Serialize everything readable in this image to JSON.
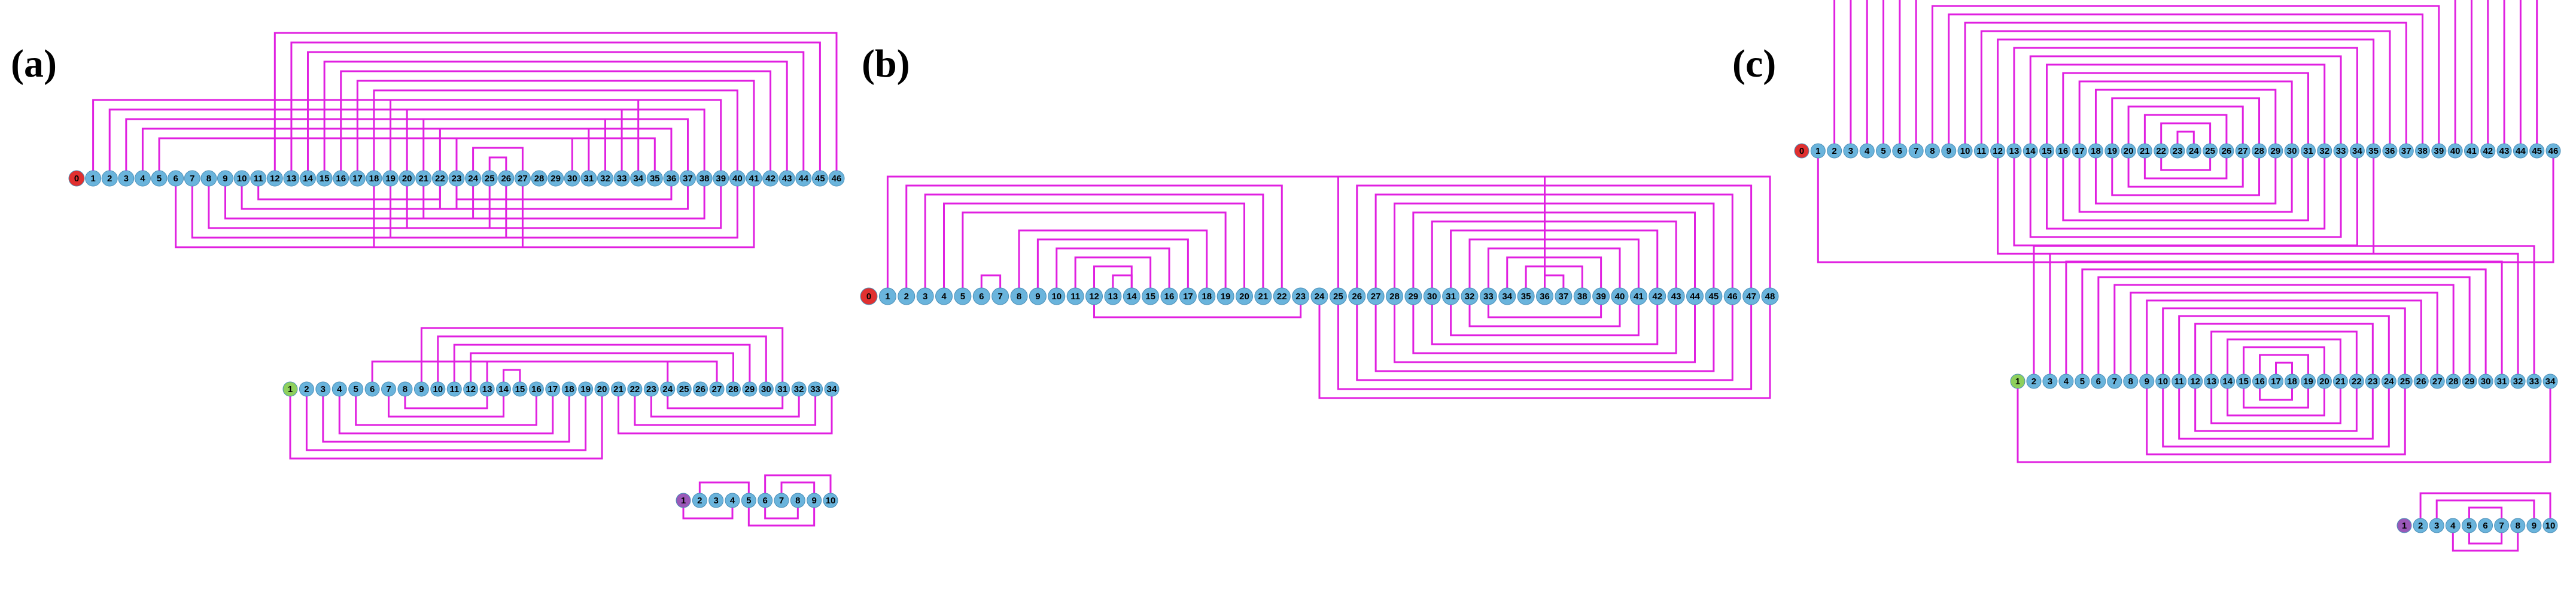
{
  "colors": {
    "arc": "#e020e0",
    "node": "#6ab4dc",
    "start_red": "#e03030",
    "start_green": "#8ed05c",
    "start_purple": "#9a58b8"
  },
  "panels": [
    {
      "label": "(a)",
      "diagrams": [
        {
          "id": "a-top",
          "start_color": "start_red",
          "nodes": [
            "0",
            "1",
            "2",
            "3",
            "4",
            "5",
            "6",
            "7",
            "8",
            "9",
            "10",
            "11",
            "12",
            "13",
            "14",
            "15",
            "16",
            "17",
            "18",
            "19",
            "20",
            "21",
            "22",
            "23",
            "24",
            "25",
            "26",
            "27",
            "28",
            "29",
            "30",
            "31",
            "32",
            "33",
            "34",
            "35",
            "36",
            "37",
            "38",
            "39",
            "40",
            "41",
            "42",
            "43",
            "44",
            "45",
            "46"
          ],
          "arcs": [
            [
              1,
              34,
              1
            ],
            [
              2,
              33,
              1
            ],
            [
              3,
              32,
              1
            ],
            [
              4,
              31,
              1
            ],
            [
              5,
              30,
              1
            ],
            [
              12,
              46,
              1
            ],
            [
              13,
              45,
              1
            ],
            [
              14,
              44,
              1
            ],
            [
              15,
              43,
              1
            ],
            [
              16,
              42,
              1
            ],
            [
              17,
              41,
              1
            ],
            [
              18,
              40,
              1
            ],
            [
              19,
              39,
              1
            ],
            [
              20,
              38,
              1
            ],
            [
              21,
              37,
              1
            ],
            [
              22,
              36,
              1
            ],
            [
              23,
              35,
              1
            ],
            [
              24,
              27,
              1
            ],
            [
              25,
              26,
              1
            ],
            [
              6,
              27,
              -1
            ],
            [
              7,
              26,
              -1
            ],
            [
              8,
              25,
              -1
            ],
            [
              9,
              24,
              -1
            ],
            [
              10,
              23,
              -1
            ],
            [
              11,
              22,
              -1
            ],
            [
              18,
              41,
              -1
            ],
            [
              19,
              40,
              -1
            ],
            [
              20,
              39,
              -1
            ],
            [
              21,
              38,
              -1
            ],
            [
              22,
              37,
              -1
            ],
            [
              23,
              36,
              -1
            ]
          ]
        },
        {
          "id": "a-mid",
          "start_color": "start_green",
          "nodes": [
            "1",
            "2",
            "3",
            "4",
            "5",
            "6",
            "7",
            "8",
            "9",
            "10",
            "11",
            "12",
            "13",
            "14",
            "15",
            "16",
            "17",
            "18",
            "19",
            "20",
            "21",
            "22",
            "23",
            "24",
            "25",
            "26",
            "27",
            "28",
            "29",
            "30",
            "31",
            "32",
            "33",
            "34"
          ],
          "arcs": [
            [
              5,
              23,
              1
            ],
            [
              8,
              30,
              1
            ],
            [
              9,
              29,
              1
            ],
            [
              10,
              28,
              1
            ],
            [
              11,
              27,
              1
            ],
            [
              12,
              26,
              1
            ],
            [
              13,
              14,
              1
            ],
            [
              0,
              19,
              -1
            ],
            [
              1,
              18,
              -1
            ],
            [
              2,
              17,
              -1
            ],
            [
              3,
              16,
              -1
            ],
            [
              4,
              15,
              -1
            ],
            [
              6,
              13,
              -1
            ],
            [
              7,
              12,
              -1
            ],
            [
              20,
              33,
              -1
            ],
            [
              21,
              32,
              -1
            ],
            [
              22,
              31,
              -1
            ],
            [
              23,
              30,
              -1
            ]
          ]
        },
        {
          "id": "a-bot",
          "start_color": "start_purple",
          "nodes": [
            "1",
            "2",
            "3",
            "4",
            "5",
            "6",
            "7",
            "8",
            "9",
            "10"
          ],
          "arcs": [
            [
              1,
              4,
              1
            ],
            [
              5,
              9,
              1
            ],
            [
              6,
              8,
              1
            ],
            [
              0,
              3,
              -1
            ],
            [
              4,
              8,
              -1
            ],
            [
              5,
              7,
              -1
            ]
          ]
        }
      ]
    },
    {
      "label": "(b)",
      "diagrams": [
        {
          "id": "b-main",
          "start_color": "start_red",
          "nodes": [
            "0",
            "1",
            "2",
            "3",
            "4",
            "5",
            "6",
            "7",
            "8",
            "9",
            "10",
            "11",
            "12",
            "13",
            "14",
            "15",
            "16",
            "17",
            "18",
            "19",
            "20",
            "21",
            "22",
            "23",
            "24",
            "25",
            "26",
            "27",
            "28",
            "29",
            "30",
            "31",
            "32",
            "33",
            "34",
            "35",
            "36",
            "37",
            "38",
            "39",
            "40",
            "41",
            "42",
            "43",
            "44",
            "45",
            "46",
            "47",
            "48"
          ],
          "arcs": [
            [
              1,
              36,
              1
            ],
            [
              2,
              22,
              1
            ],
            [
              3,
              21,
              1
            ],
            [
              4,
              20,
              1
            ],
            [
              5,
              19,
              1
            ],
            [
              6,
              7,
              1
            ],
            [
              8,
              18,
              1
            ],
            [
              9,
              17,
              1
            ],
            [
              10,
              16,
              1
            ],
            [
              11,
              15,
              1
            ],
            [
              12,
              14,
              1
            ],
            [
              13,
              14,
              1
            ],
            [
              25,
              48,
              1
            ],
            [
              26,
              47,
              1
            ],
            [
              27,
              46,
              1
            ],
            [
              28,
              45,
              1
            ],
            [
              29,
              44,
              1
            ],
            [
              30,
              43,
              1
            ],
            [
              31,
              42,
              1
            ],
            [
              32,
              41,
              1
            ],
            [
              33,
              40,
              1
            ],
            [
              34,
              39,
              1
            ],
            [
              35,
              38,
              1
            ],
            [
              36,
              37,
              1
            ],
            [
              12,
              23,
              -1
            ],
            [
              24,
              48,
              -1
            ],
            [
              25,
              47,
              -1
            ],
            [
              26,
              46,
              -1
            ],
            [
              27,
              45,
              -1
            ],
            [
              28,
              44,
              -1
            ],
            [
              29,
              43,
              -1
            ],
            [
              30,
              42,
              -1
            ],
            [
              31,
              41,
              -1
            ],
            [
              32,
              40,
              -1
            ],
            [
              33,
              39,
              -1
            ]
          ]
        }
      ]
    },
    {
      "label": "(c)",
      "diagrams": [
        {
          "id": "c-top",
          "start_color": "start_red",
          "nodes": [
            "0",
            "1",
            "2",
            "3",
            "4",
            "5",
            "6",
            "7",
            "8",
            "9",
            "10",
            "11",
            "12",
            "13",
            "14",
            "15",
            "16",
            "17",
            "18",
            "19",
            "20",
            "21",
            "22",
            "23",
            "24",
            "25",
            "26",
            "27",
            "28",
            "29",
            "30",
            "31",
            "32",
            "33",
            "34",
            "35",
            "36",
            "37",
            "38",
            "39",
            "40",
            "41",
            "42",
            "43",
            "44",
            "45",
            "46"
          ],
          "arcs": [
            [
              2,
              45,
              1
            ],
            [
              3,
              44,
              1
            ],
            [
              4,
              43,
              1
            ],
            [
              5,
              42,
              1
            ],
            [
              6,
              41,
              1
            ],
            [
              7,
              40,
              1
            ],
            [
              8,
              39,
              1
            ],
            [
              9,
              38,
              1
            ],
            [
              10,
              37,
              1
            ],
            [
              11,
              36,
              1
            ],
            [
              12,
              35,
              1
            ],
            [
              13,
              34,
              1
            ],
            [
              14,
              33,
              1
            ],
            [
              15,
              32,
              1
            ],
            [
              16,
              31,
              1
            ],
            [
              17,
              30,
              1
            ],
            [
              18,
              29,
              1
            ],
            [
              19,
              28,
              1
            ],
            [
              20,
              27,
              1
            ],
            [
              21,
              26,
              1
            ],
            [
              22,
              25,
              1
            ],
            [
              23,
              24,
              1
            ],
            [
              1,
              46,
              -1
            ],
            [
              12,
              35,
              -1
            ],
            [
              13,
              34,
              -1
            ],
            [
              14,
              33,
              -1
            ],
            [
              15,
              32,
              -1
            ],
            [
              16,
              31,
              -1
            ],
            [
              17,
              30,
              -1
            ],
            [
              18,
              29,
              -1
            ],
            [
              19,
              28,
              -1
            ],
            [
              20,
              27,
              -1
            ],
            [
              21,
              26,
              -1
            ],
            [
              22,
              25,
              -1
            ]
          ]
        },
        {
          "id": "c-mid",
          "start_color": "start_green",
          "nodes": [
            "1",
            "2",
            "3",
            "4",
            "5",
            "6",
            "7",
            "8",
            "9",
            "10",
            "11",
            "12",
            "13",
            "14",
            "15",
            "16",
            "17",
            "18",
            "19",
            "20",
            "21",
            "22",
            "23",
            "24",
            "25",
            "26",
            "27",
            "28",
            "29",
            "30",
            "31",
            "32",
            "33",
            "34"
          ],
          "arcs": [
            [
              1,
              32,
              1
            ],
            [
              2,
              31,
              1
            ],
            [
              3,
              30,
              1
            ],
            [
              4,
              29,
              1
            ],
            [
              5,
              28,
              1
            ],
            [
              6,
              27,
              1
            ],
            [
              7,
              26,
              1
            ],
            [
              8,
              25,
              1
            ],
            [
              9,
              24,
              1
            ],
            [
              10,
              23,
              1
            ],
            [
              11,
              22,
              1
            ],
            [
              12,
              21,
              1
            ],
            [
              13,
              20,
              1
            ],
            [
              14,
              19,
              1
            ],
            [
              15,
              18,
              1
            ],
            [
              16,
              17,
              1
            ],
            [
              0,
              33,
              -1
            ],
            [
              8,
              24,
              -1
            ],
            [
              9,
              23,
              -1
            ],
            [
              10,
              22,
              -1
            ],
            [
              11,
              21,
              -1
            ],
            [
              12,
              20,
              -1
            ],
            [
              13,
              19,
              -1
            ],
            [
              14,
              18,
              -1
            ],
            [
              15,
              17,
              -1
            ]
          ]
        },
        {
          "id": "c-bot",
          "start_color": "start_purple",
          "nodes": [
            "1",
            "2",
            "3",
            "4",
            "5",
            "6",
            "7",
            "8",
            "9",
            "10"
          ],
          "arcs": [
            [
              1,
              9,
              1
            ],
            [
              2,
              8,
              1
            ],
            [
              4,
              6,
              1
            ],
            [
              3,
              7,
              -1
            ],
            [
              4,
              6,
              -1
            ]
          ]
        }
      ]
    }
  ]
}
